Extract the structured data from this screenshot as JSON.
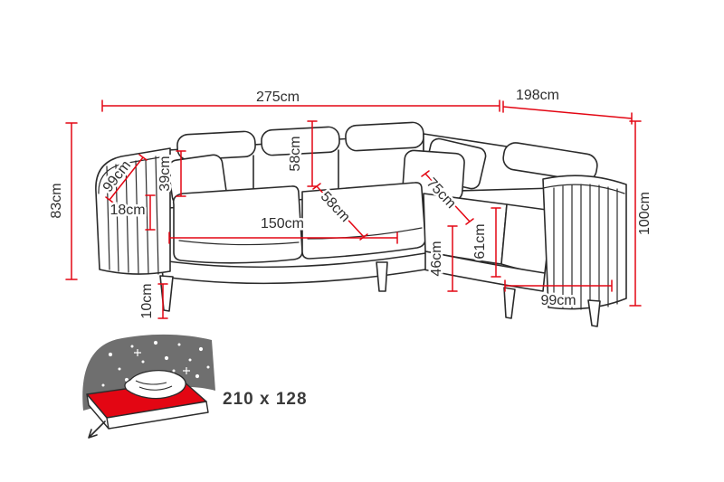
{
  "colors": {
    "dimension_line": "#e30613",
    "outline": "#2b2b2b",
    "label_text": "#2f2f2f",
    "bed_wall": "#6f6f6f",
    "bed_mattress": "#e30613"
  },
  "dimensions": {
    "total_width": "275cm",
    "right_depth": "198cm",
    "left_height": "83cm",
    "right_height": "100cm",
    "armrest_depth": "99cm",
    "headrest_height": "39cm",
    "backrest_height": "58cm",
    "seat_depth": "58cm",
    "cushion_height": "18cm",
    "seat_width": "150cm",
    "corner_seat_depth": "75cm",
    "chaise_front_height": "46cm",
    "chaise_seat_width": "61cm",
    "leg_height": "10cm",
    "right_armrest_width": "99cm"
  },
  "bed_icon": {
    "sleeping_area": "210 x 128"
  }
}
